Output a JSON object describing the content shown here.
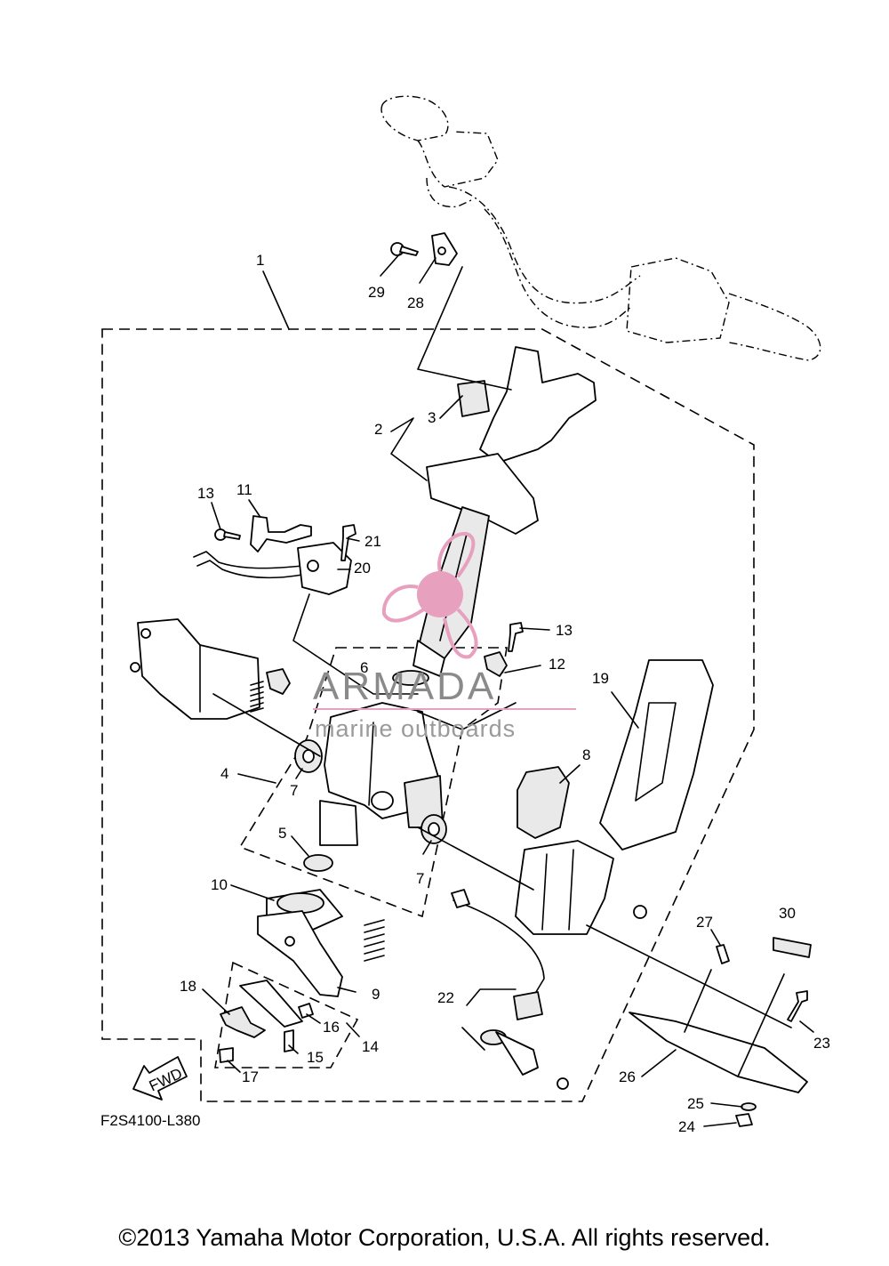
{
  "diagram": {
    "callouts": [
      "1",
      "2",
      "3",
      "4",
      "5",
      "6",
      "7",
      "7",
      "8",
      "9",
      "10",
      "11",
      "12",
      "13",
      "13",
      "14",
      "15",
      "16",
      "17",
      "18",
      "19",
      "20",
      "21",
      "22",
      "23",
      "24",
      "25",
      "26",
      "27",
      "28",
      "29",
      "30"
    ],
    "drawing_code": "F2S4100-L380",
    "fwd_label": "FWD",
    "watermark": {
      "brand": "ARMADA",
      "subtitle": "marine outboards",
      "accent_color": "#e8a0bf"
    },
    "copyright": "©2013 Yamaha Motor Corporation, U.S.A. All rights reserved."
  }
}
